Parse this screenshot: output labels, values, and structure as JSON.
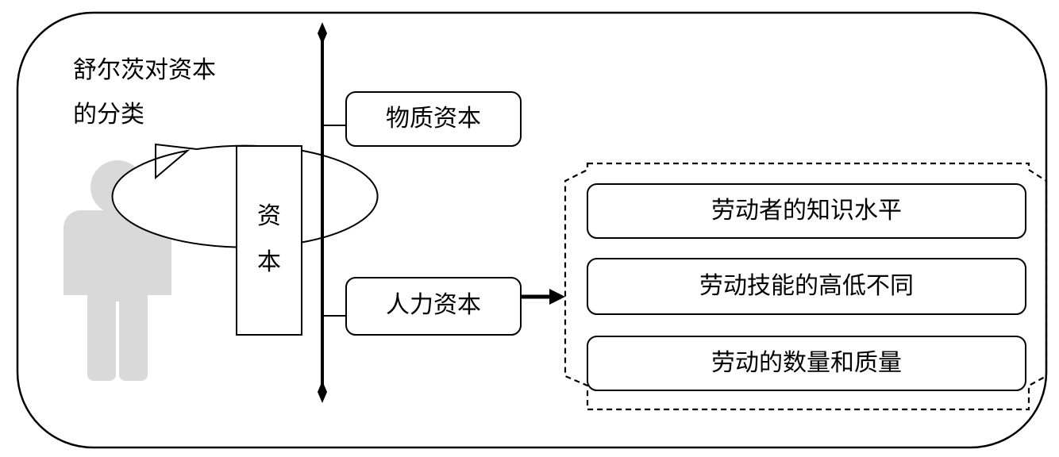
{
  "speech_bubble": {
    "line1": "舒尔茨对资本",
    "line2": "的分类"
  },
  "capital_box": {
    "char1": "资",
    "char2": "本"
  },
  "branches": {
    "physical": "物质资本",
    "human": "人力资本"
  },
  "human_capital_factors": [
    "劳动者的知识水平",
    "劳动技能的高低不同",
    "劳动的数量和质量"
  ],
  "colors": {
    "figure": "#d9d9d9",
    "stroke": "#000000"
  }
}
